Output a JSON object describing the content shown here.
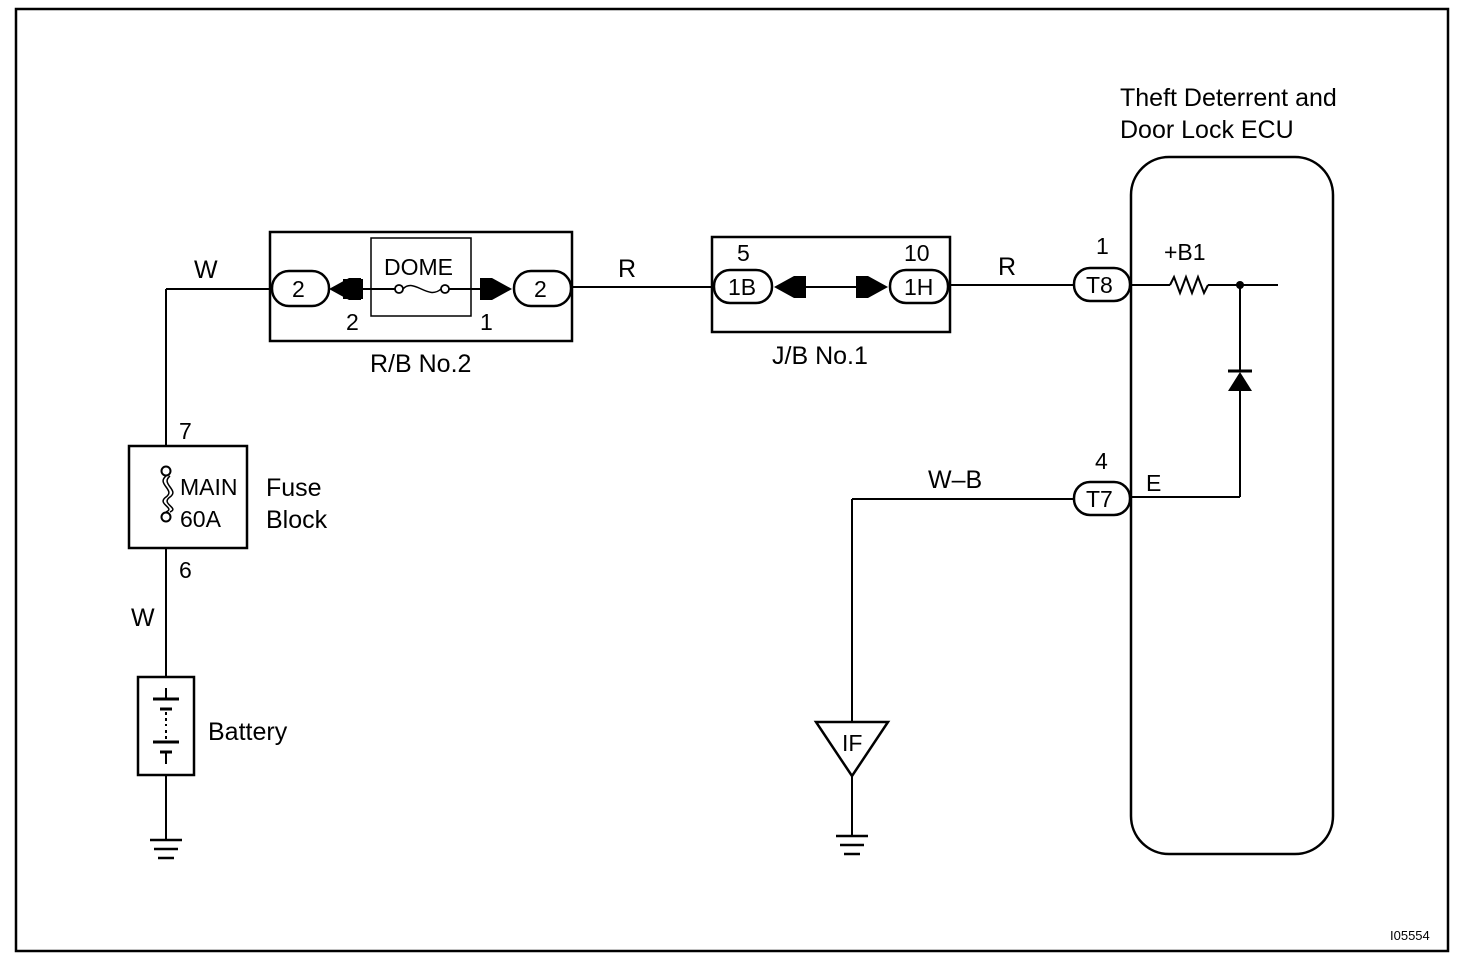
{
  "figure_id": "I05554",
  "components": {
    "battery": {
      "label": "Battery"
    },
    "fuse_block": {
      "label_line1": "Fuse",
      "label_line2": "Block",
      "fuse_name": "MAIN",
      "fuse_rating": "60A",
      "pin_top": "7",
      "pin_bottom": "6"
    },
    "relay_block": {
      "label": "R/B No.2",
      "fuse_name": "DOME",
      "connector_left": "2",
      "connector_right": "2",
      "pin_left": "2",
      "pin_right": "1"
    },
    "junction_block": {
      "label": "J/B No.1",
      "connector_left": "1B",
      "connector_right": "1H",
      "pin_left": "5",
      "pin_right": "10"
    },
    "ecu": {
      "label_line1": "Theft Deterrent and",
      "label_line2": "Door Lock ECU",
      "connector_top": "T8",
      "connector_bottom": "T7",
      "pin_top": "1",
      "pin_bottom": "4",
      "terminal_top": "+B1",
      "terminal_bottom": "E"
    },
    "ground_point": {
      "label": "IF"
    }
  },
  "wires": {
    "battery_to_fuse": "W",
    "fuse_to_rb": "W",
    "rb_to_jb": "R",
    "jb_to_ecu": "R",
    "ground_wire": "W–B"
  }
}
